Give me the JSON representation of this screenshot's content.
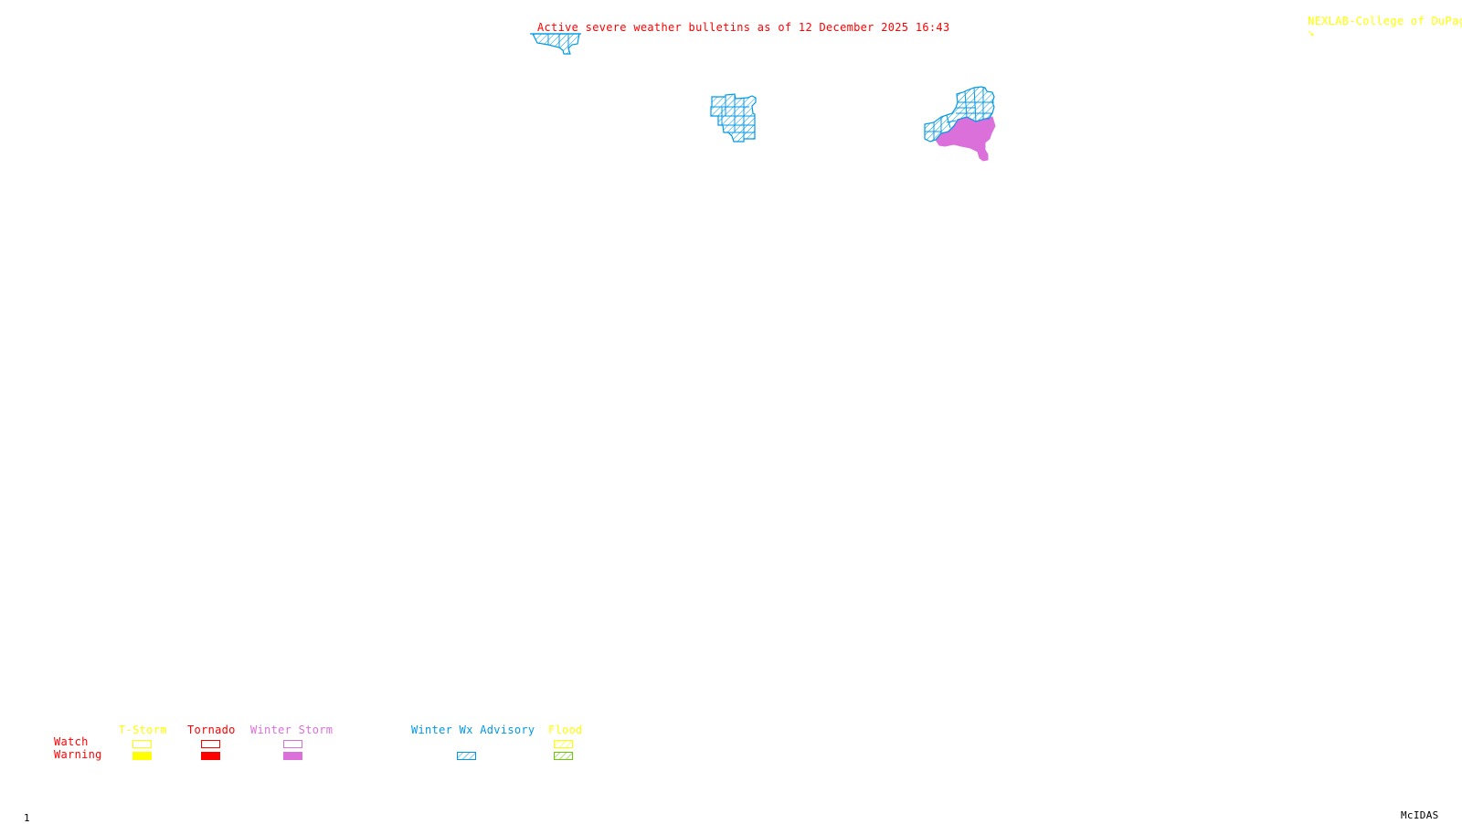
{
  "header": {
    "title": "Active severe weather bulletins as of 12 December 2025 16:43",
    "credit": "NEXLAB-College of DuPage",
    "credit_icon": "arrow-corner-icon"
  },
  "footer": {
    "frame_number": "1",
    "software": "McIDAS"
  },
  "colors": {
    "title": "#ff0000",
    "credit": "#ffff00",
    "winter_advisory": "#0099e6",
    "winter_storm": "#db70db",
    "tstorm": "#ffff00",
    "tornado": "#ff0000",
    "flood_watch": "#ffff00",
    "flood_warning": "#66cc00"
  },
  "legend": {
    "row_labels": {
      "watch": "Watch",
      "warning": "Warning"
    },
    "categories": [
      {
        "label": "T-Storm",
        "watch": "outline",
        "warning": "filled"
      },
      {
        "label": "Tornado",
        "watch": "outline",
        "warning": "filled"
      },
      {
        "label": "Winter Storm",
        "watch": "outline",
        "warning": "filled"
      },
      {
        "label": "Winter Wx Advisory",
        "watch": null,
        "warning": "hatched"
      },
      {
        "label": "Flood",
        "watch": "hatched",
        "warning": "hatched"
      }
    ]
  },
  "map_regions": [
    {
      "name": "winter-wx-advisory-northern-mn",
      "type": "Winter Wx Advisory"
    },
    {
      "name": "winter-wx-advisory-michigan",
      "type": "Winter Wx Advisory"
    },
    {
      "name": "winter-wx-advisory-new-england",
      "type": "Winter Wx Advisory"
    },
    {
      "name": "winter-storm-warning-new-england",
      "type": "Winter Storm"
    }
  ]
}
